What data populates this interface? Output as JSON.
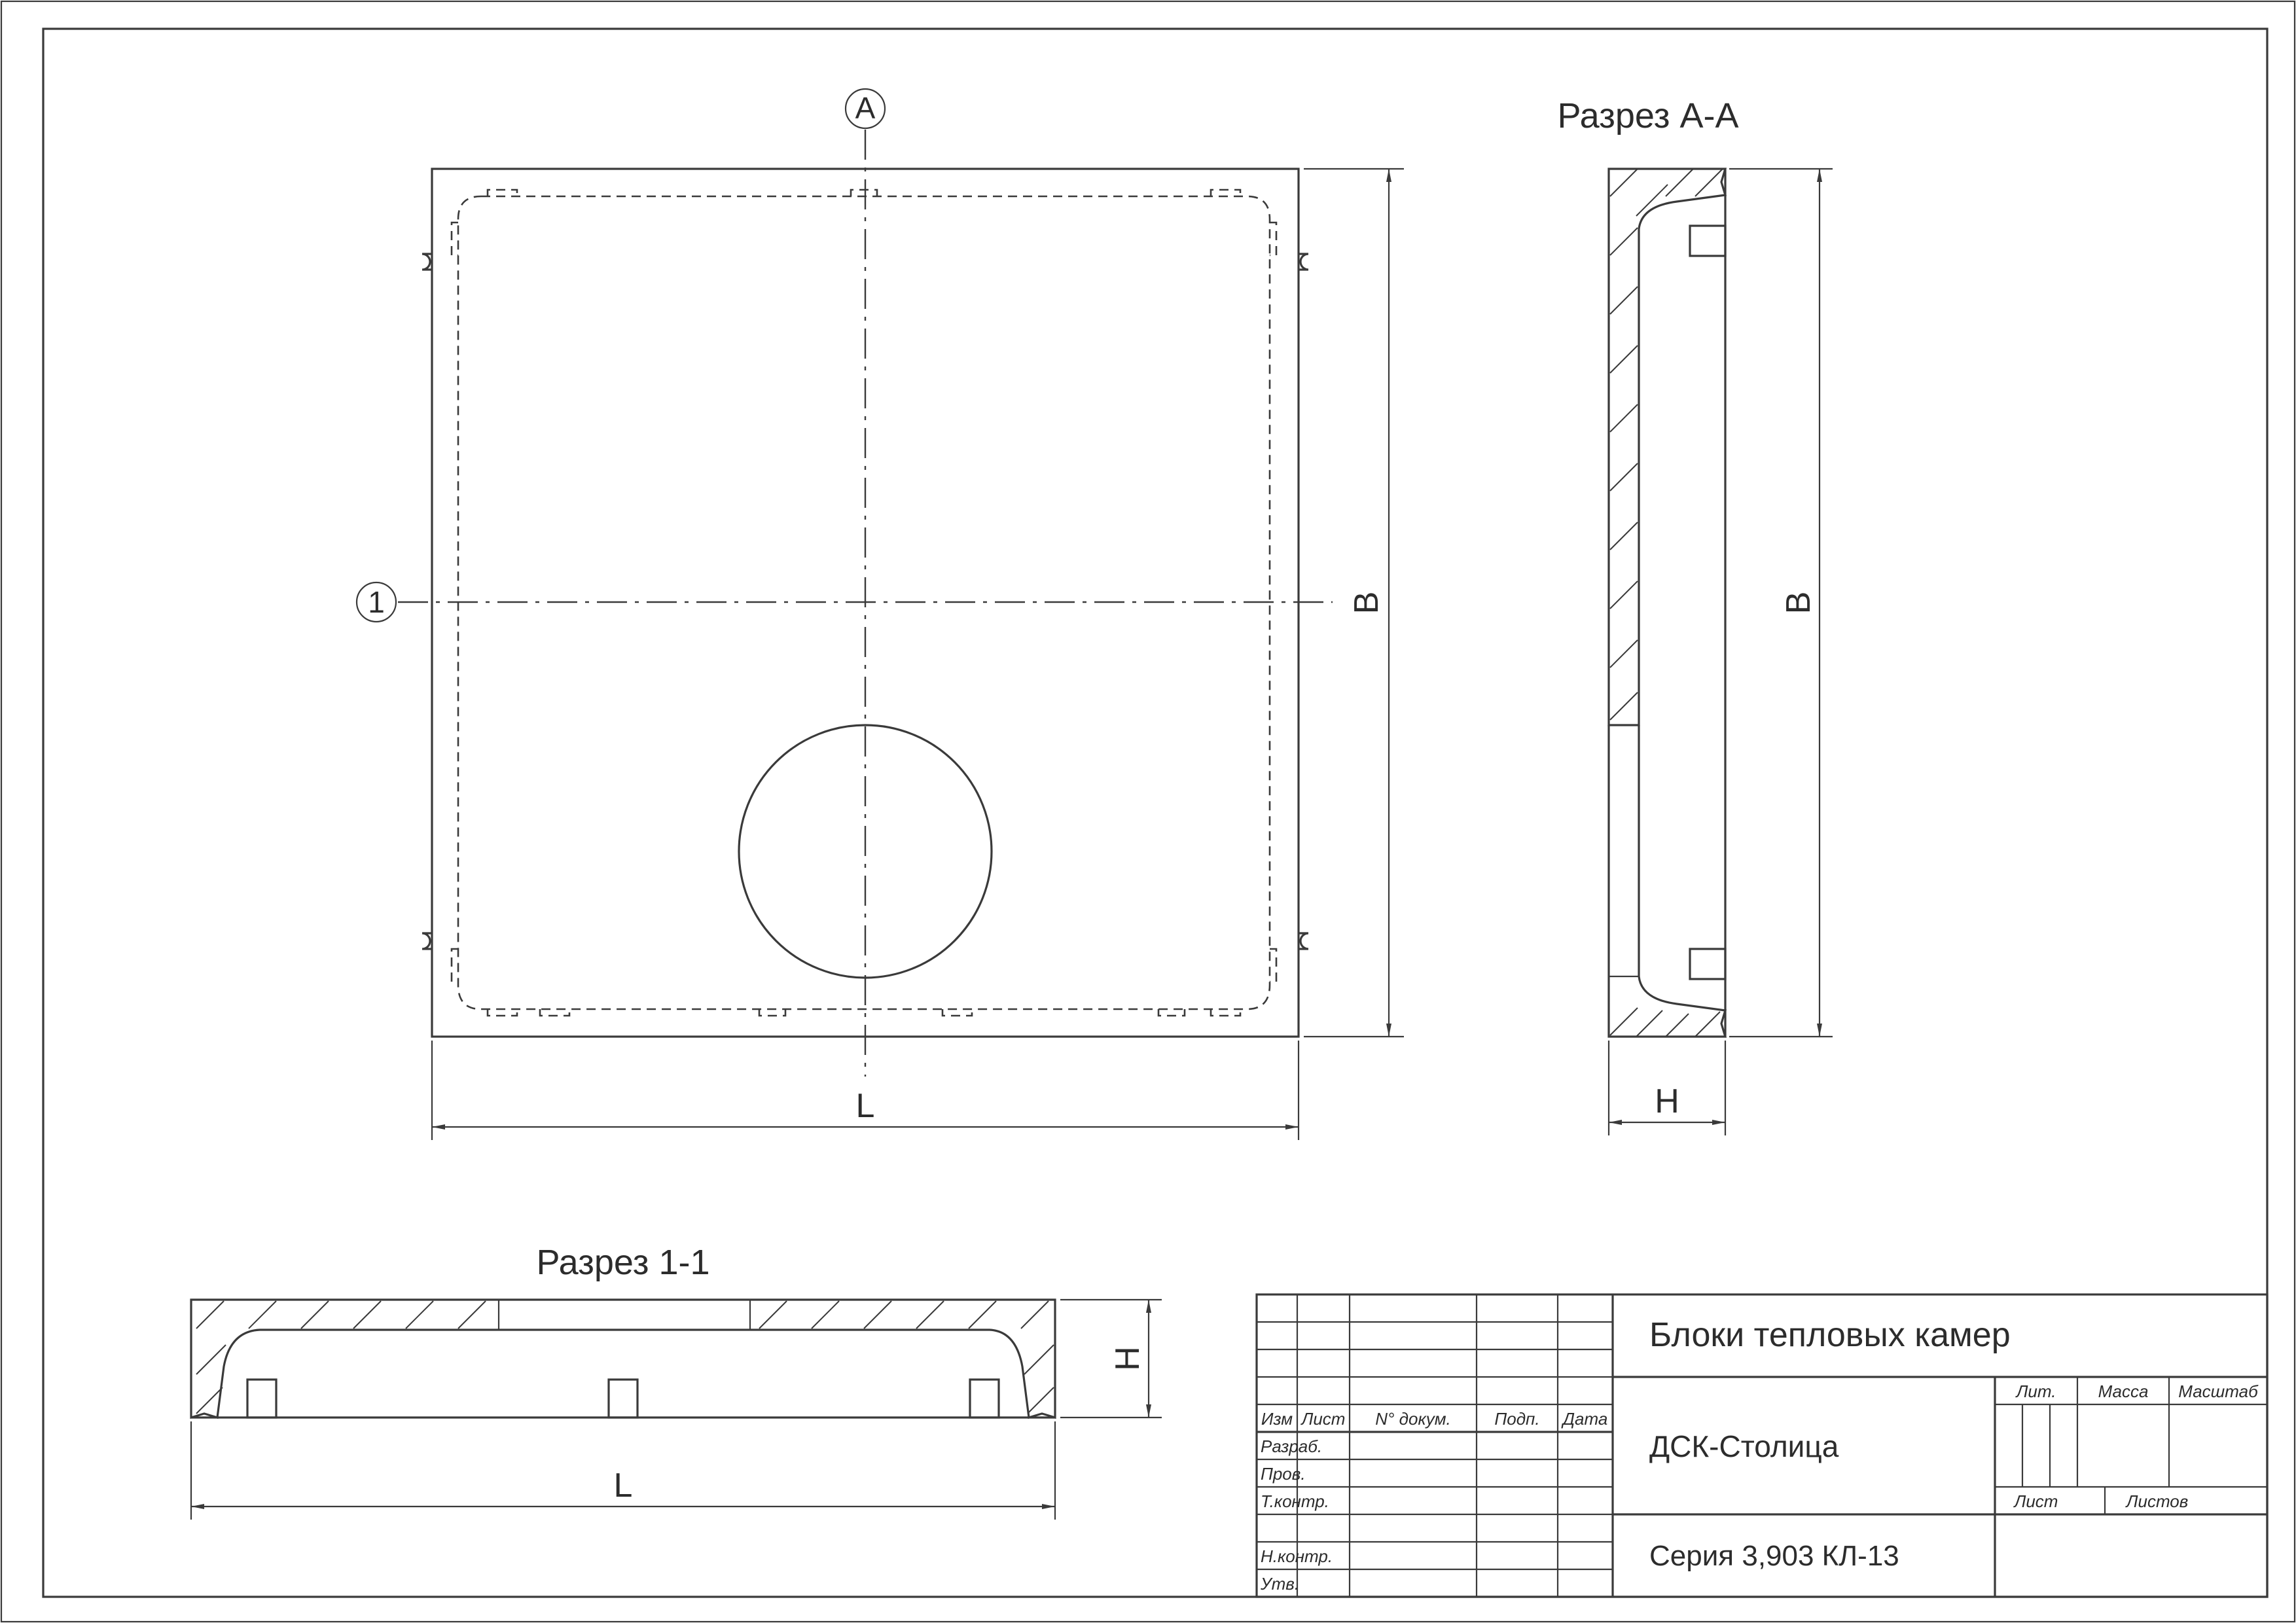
{
  "views": {
    "plan": {
      "axis_letter": "A",
      "axis_number": "1",
      "dim_length": "L",
      "dim_width": "B"
    },
    "section_aa": {
      "title": "Разрез А-А",
      "dim_width": "B",
      "dim_height": "H"
    },
    "section_11": {
      "title": "Разрез 1-1",
      "dim_length": "L",
      "dim_height": "H"
    }
  },
  "title_block": {
    "title": "Блоки тепловых камер",
    "organization": "ДСК-Столица",
    "series": "Серия 3,903 КЛ-13",
    "columns": {
      "izm": "Изм",
      "list": "Лист",
      "doc_no": "N° докум.",
      "sign": "Подп.",
      "date": "Дата"
    },
    "roles": {
      "developer": "Разраб.",
      "checked": "Пров.",
      "tech_control": "Т.контр.",
      "norm_control": "Н.контр.",
      "approved": "Утв."
    },
    "stage_columns": {
      "lit": "Лит.",
      "mass": "Масса",
      "scale": "Масштаб"
    },
    "sheet_columns": {
      "sheet": "Лист",
      "sheets": "Листов"
    }
  }
}
